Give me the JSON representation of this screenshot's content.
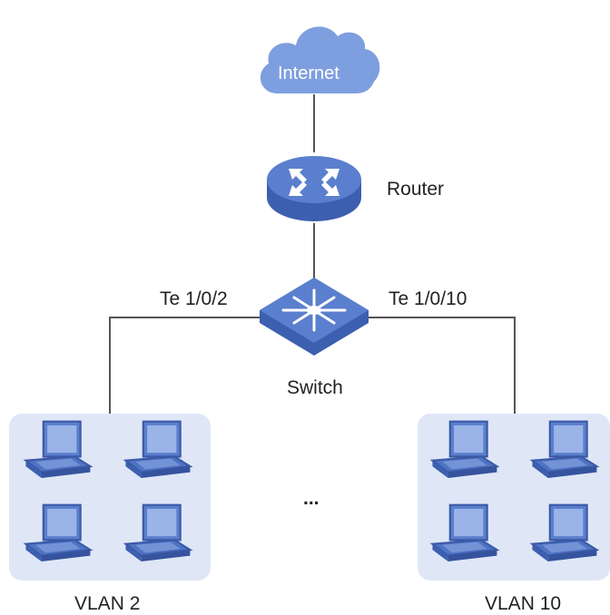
{
  "diagram": {
    "internet": {
      "label": "Internet"
    },
    "router": {
      "label": "Router"
    },
    "switch": {
      "label": "Switch"
    },
    "ports": {
      "left": "Te 1/0/2",
      "right": "Te 1/0/10"
    },
    "ellipsis": "...",
    "vlans": [
      {
        "label": "VLAN 2",
        "hosts": 4
      },
      {
        "label": "VLAN 10",
        "hosts": 4
      }
    ]
  },
  "colors": {
    "device_top": "#5a7fce",
    "device_side": "#3d5fb0",
    "cloud": "#7e9fdf",
    "vlan_box": "#dfe7f7",
    "laptop": "#4f73c4",
    "line": "#555555"
  }
}
